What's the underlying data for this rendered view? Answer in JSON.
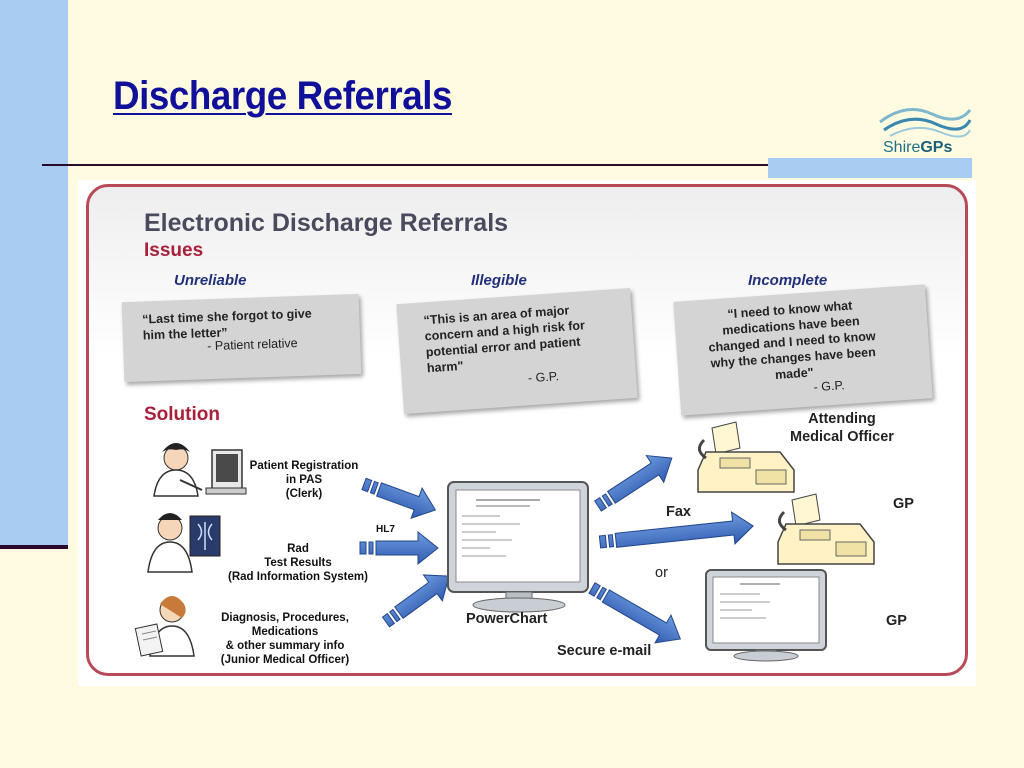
{
  "slide": {
    "title": "Discharge Referrals",
    "logo": {
      "text_plain": "Shire",
      "text_bold": "GPs"
    }
  },
  "figure": {
    "heading": "Electronic Discharge Referrals",
    "issues_label": "Issues",
    "issues": [
      {
        "category": "Unreliable",
        "quote": "“Last time she forgot to give\nhim the letter”",
        "attribution": "- Patient relative"
      },
      {
        "category": "Illegible",
        "quote": "“This is an area of major\nconcern and a high risk for\npotential error and patient\nharm\"",
        "attribution": "- G.P."
      },
      {
        "category": "Incomplete",
        "quote": "“I need to know what\nmedications have been\nchanged and I need to know\nwhy the changes have been\nmade\"",
        "attribution": "- G.P."
      }
    ],
    "solution_label": "Solution",
    "inputs": [
      {
        "label": "Patient Registration\nin PAS\n(Clerk)"
      },
      {
        "label": "Rad\nTest Results\n(Rad Information System)"
      },
      {
        "label": "Diagnosis, Procedures,\nMedications\n& other summary info\n(Junior Medical Officer)"
      }
    ],
    "protocol_label": "HL7",
    "hub_label": "PowerChart",
    "fax_label": "Fax",
    "or_label": "or",
    "email_label": "Secure e-mail",
    "recipients": [
      {
        "label": "Attending\nMedical Officer"
      },
      {
        "label": "GP"
      },
      {
        "label": "GP"
      }
    ]
  },
  "colors": {
    "title": "#10109a",
    "accent_bar": "#a9cdf2",
    "frame": "#b84a58",
    "issues_heading": "#a8203a",
    "category": "#22307a",
    "arrow": "#3f6fc2"
  }
}
